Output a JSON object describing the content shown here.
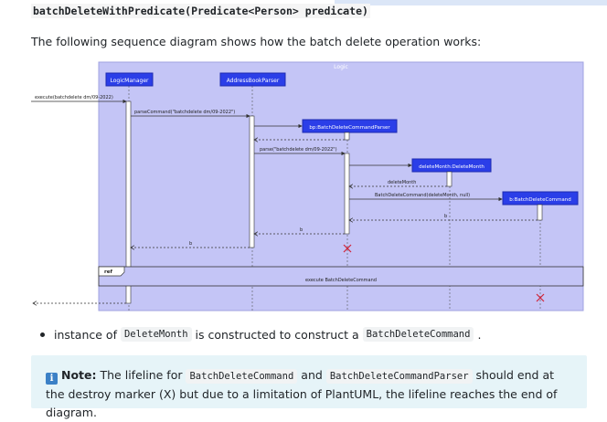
{
  "top": {
    "method_signature": "batchDeleteWithPredicate(Predicate<Person> predicate)",
    "trailing": "."
  },
  "intro_text": "The following sequence diagram shows how the batch delete operation works:",
  "diagram": {
    "frame_label": "Logic",
    "participants": [
      "LogicManager",
      "AddressBookParser",
      "bp:BatchDeleteCommandParser",
      "deleteMonth:DeleteMonth",
      "b:BatchDeleteCommand"
    ],
    "messages": [
      "execute(batchdelete dm/09-2022)",
      "parseCommand(\"batchdelete dm/09-2022\")",
      "parse(\"batchdelete dm/09-2022\")",
      "deleteMonth",
      "BatchDeleteCommand(deleteMonth, null)",
      "b",
      "b",
      "b"
    ],
    "ref_label": "ref",
    "ref_text": "execute BatchDeleteCommand"
  },
  "bullet": {
    "text1": "instance of",
    "code1": "DeleteMonth",
    "text2": "is constructed to construct a",
    "code2": "BatchDeleteCommand",
    "text3": "."
  },
  "note": {
    "label": "Note:",
    "text1": "The lifeline for",
    "code1": "BatchDeleteCommand",
    "text2": "and",
    "code2": "BatchDeleteCommandParser",
    "text3": "should end at the destroy marker (X) but due to a limitation of PlantUML, the lifeline reaches the end of diagram."
  },
  "colors": {
    "frame_fill": "#c4c5f6",
    "participant_fill": "#2b3ee8",
    "note_bg": "#e6f4f8",
    "destroy": "#d0243a"
  }
}
